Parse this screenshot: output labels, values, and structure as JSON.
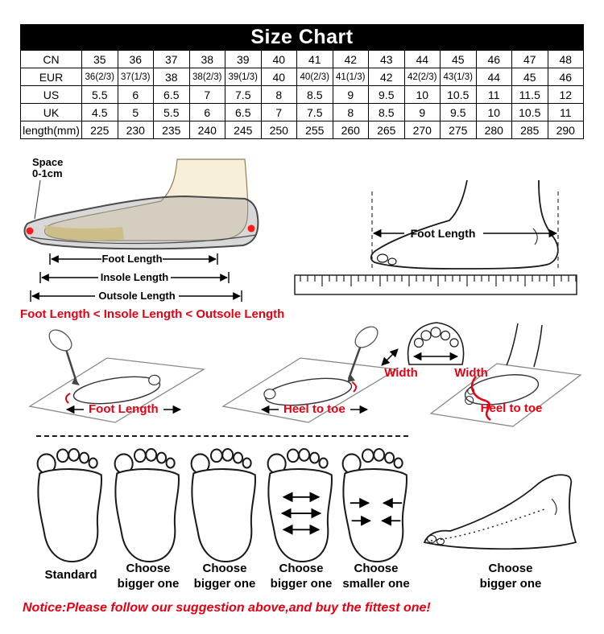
{
  "size_chart": {
    "title": "Size Chart",
    "rows": [
      {
        "label": "CN",
        "values": [
          "35",
          "36",
          "37",
          "38",
          "39",
          "40",
          "41",
          "42",
          "43",
          "44",
          "45",
          "46",
          "47",
          "48"
        ]
      },
      {
        "label": "EUR",
        "values": [
          "36(2/3)",
          "37(1/3)",
          "38",
          "38(2/3)",
          "39(1/3)",
          "40",
          "40(2/3)",
          "41(1/3)",
          "42",
          "42(2/3)",
          "43(1/3)",
          "44",
          "45",
          "46"
        ]
      },
      {
        "label": "US",
        "values": [
          "5.5",
          "6",
          "6.5",
          "7",
          "7.5",
          "8",
          "8.5",
          "9",
          "9.5",
          "10",
          "10.5",
          "11",
          "11.5",
          "12"
        ]
      },
      {
        "label": "UK",
        "values": [
          "4.5",
          "5",
          "5.5",
          "6",
          "6.5",
          "7",
          "7.5",
          "8",
          "8.5",
          "9",
          "9.5",
          "10",
          "10.5",
          "11"
        ]
      },
      {
        "label": "length(mm)",
        "values": [
          "225",
          "230",
          "235",
          "240",
          "245",
          "250",
          "255",
          "260",
          "265",
          "270",
          "275",
          "280",
          "285",
          "290"
        ]
      }
    ]
  },
  "shoe_diagram": {
    "space_label_line1": "Space",
    "space_label_line2": "0-1cm",
    "foot_length_label": "Foot Length",
    "insole_length_label": "Insole Length",
    "outsole_length_label": "Outsole Length"
  },
  "rule_text": "Foot Length < Insole Length < Outsole Length",
  "foot_profile": {
    "foot_length_label": "Foot Length"
  },
  "measuring": {
    "foot_length_label": "Foot Length",
    "heel_to_toe_label": "Heel to toe",
    "width_label_1": "Width",
    "width_label_2": "Width",
    "heel_to_toe_label_2": "Heel to toe"
  },
  "fit_guide": {
    "labels": [
      "Standard",
      "Choose\nbigger one",
      "Choose\nbigger one",
      "Choose\nbigger one",
      "Choose\nsmaller one",
      "Choose\nbigger one"
    ]
  },
  "notice_text": "Notice:Please follow our suggestion above,and buy the fittest one!",
  "colors": {
    "header_bg": "#000000",
    "header_text": "#ffffff",
    "accent_red": "#e60012",
    "shoe_gray": "#9e9e9e",
    "foot_cream": "#f7efd8",
    "insole_yellow": "#ecd27c",
    "marker_dot_red": "#ff1a1a"
  }
}
